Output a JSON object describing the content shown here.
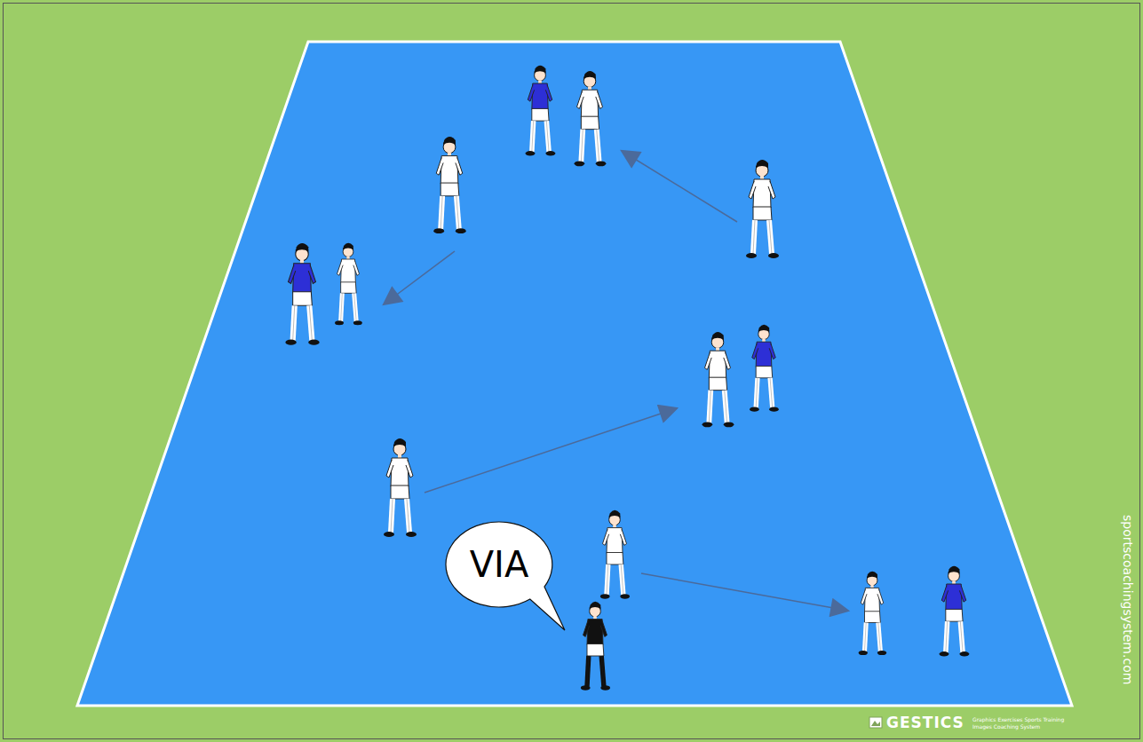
{
  "diagram": {
    "nodes": [
      {
        "text": [
          "VIA"
        ]
      }
    ],
    "labels": [
      "sportscoachingsystem.com",
      "GESTICS",
      "Graphics Exercises Sports Training",
      "Images Coaching System"
    ]
  }
}
